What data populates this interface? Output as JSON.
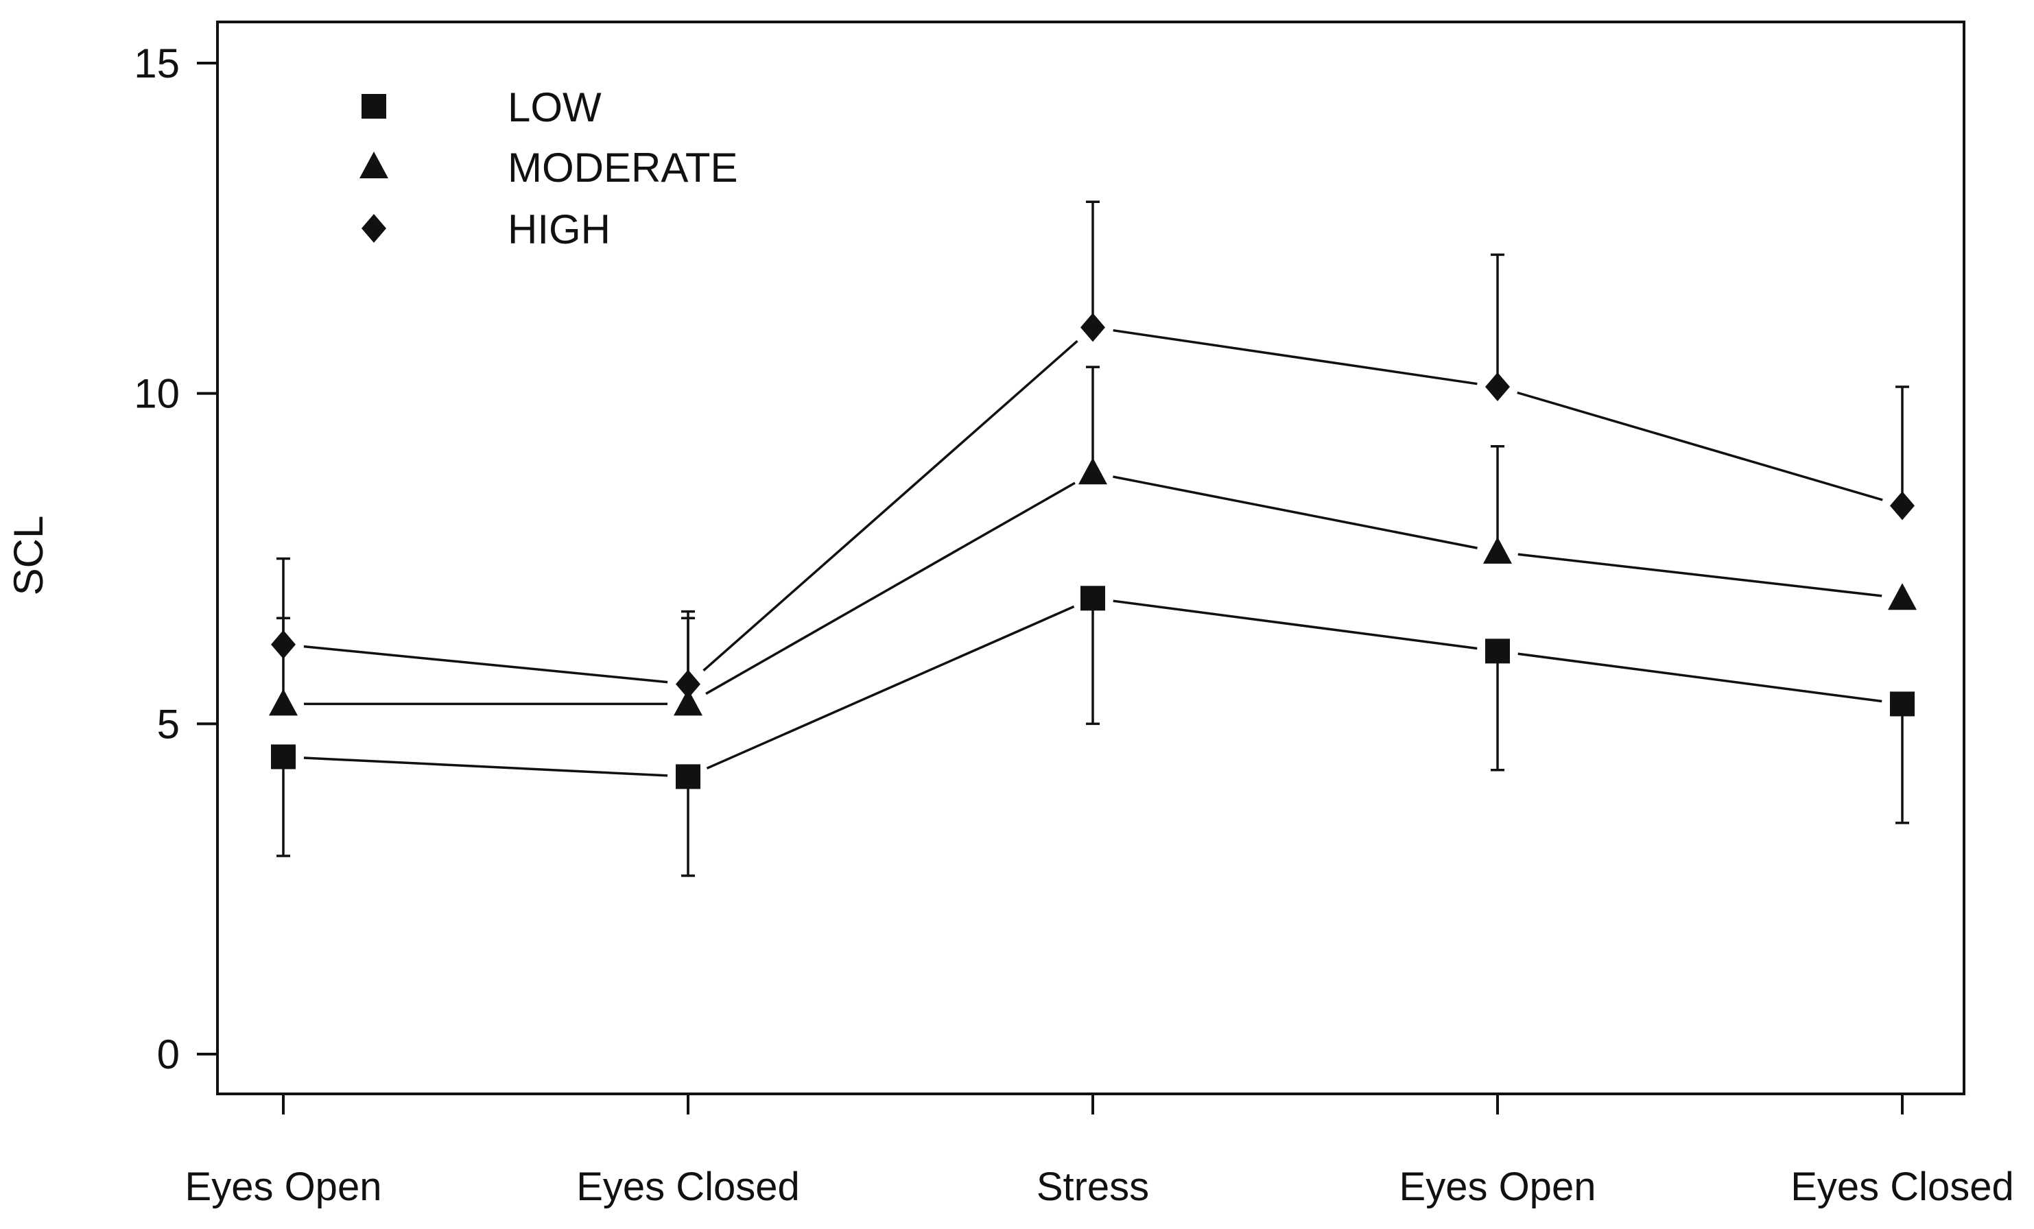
{
  "chart_data": {
    "type": "line",
    "title": "",
    "xlabel": "",
    "ylabel": "SCL",
    "categories": [
      "Eyes Open",
      "Eyes Closed",
      "Stress",
      "Eyes Open",
      "Eyes Closed"
    ],
    "ylim": [
      -0.6,
      15.6
    ],
    "yticks": [
      0,
      5,
      10,
      15
    ],
    "grid": false,
    "legend_position": "top-left",
    "series": [
      {
        "name": "LOW",
        "marker": "square",
        "values": [
          4.5,
          4.2,
          6.9,
          6.1,
          5.3
        ],
        "error_low": [
          3.0,
          2.7,
          5.0,
          4.3,
          3.5
        ],
        "error_high": [
          null,
          null,
          null,
          null,
          null
        ]
      },
      {
        "name": "MODERATE",
        "marker": "triangle",
        "values": [
          5.3,
          5.3,
          8.8,
          7.6,
          6.9
        ],
        "error_low": [
          null,
          null,
          null,
          null,
          null
        ],
        "error_high": [
          6.6,
          6.6,
          10.4,
          9.2,
          null
        ]
      },
      {
        "name": "HIGH",
        "marker": "diamond",
        "values": [
          6.2,
          5.6,
          11.0,
          10.1,
          8.3
        ],
        "error_low": [
          null,
          null,
          null,
          null,
          null
        ],
        "error_high": [
          7.5,
          6.7,
          12.9,
          12.1,
          10.1
        ]
      }
    ],
    "colors": {
      "ink": "#111111",
      "background": "#ffffff"
    }
  }
}
